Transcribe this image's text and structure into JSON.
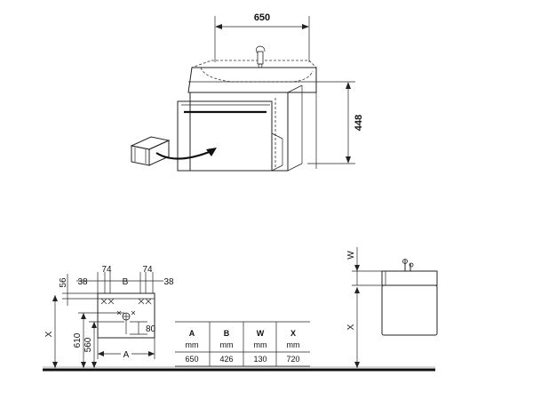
{
  "top_view": {
    "width_dim": "650",
    "height_dim": "448"
  },
  "plan_view": {
    "left_38": "38",
    "left_74": "74",
    "b_label": "B",
    "right_74": "74",
    "right_38": "38",
    "dim_56": "56",
    "x_label": "X",
    "dim_610": "610",
    "dim_560": "560",
    "dim_80": "80",
    "a_label": "A"
  },
  "table": {
    "headers": [
      "A",
      "B",
      "W",
      "X"
    ],
    "units": [
      "mm",
      "mm",
      "mm",
      "mm"
    ],
    "values": [
      "650",
      "426",
      "130",
      "720"
    ]
  },
  "side_view": {
    "w_label": "W",
    "x_label": "X"
  }
}
